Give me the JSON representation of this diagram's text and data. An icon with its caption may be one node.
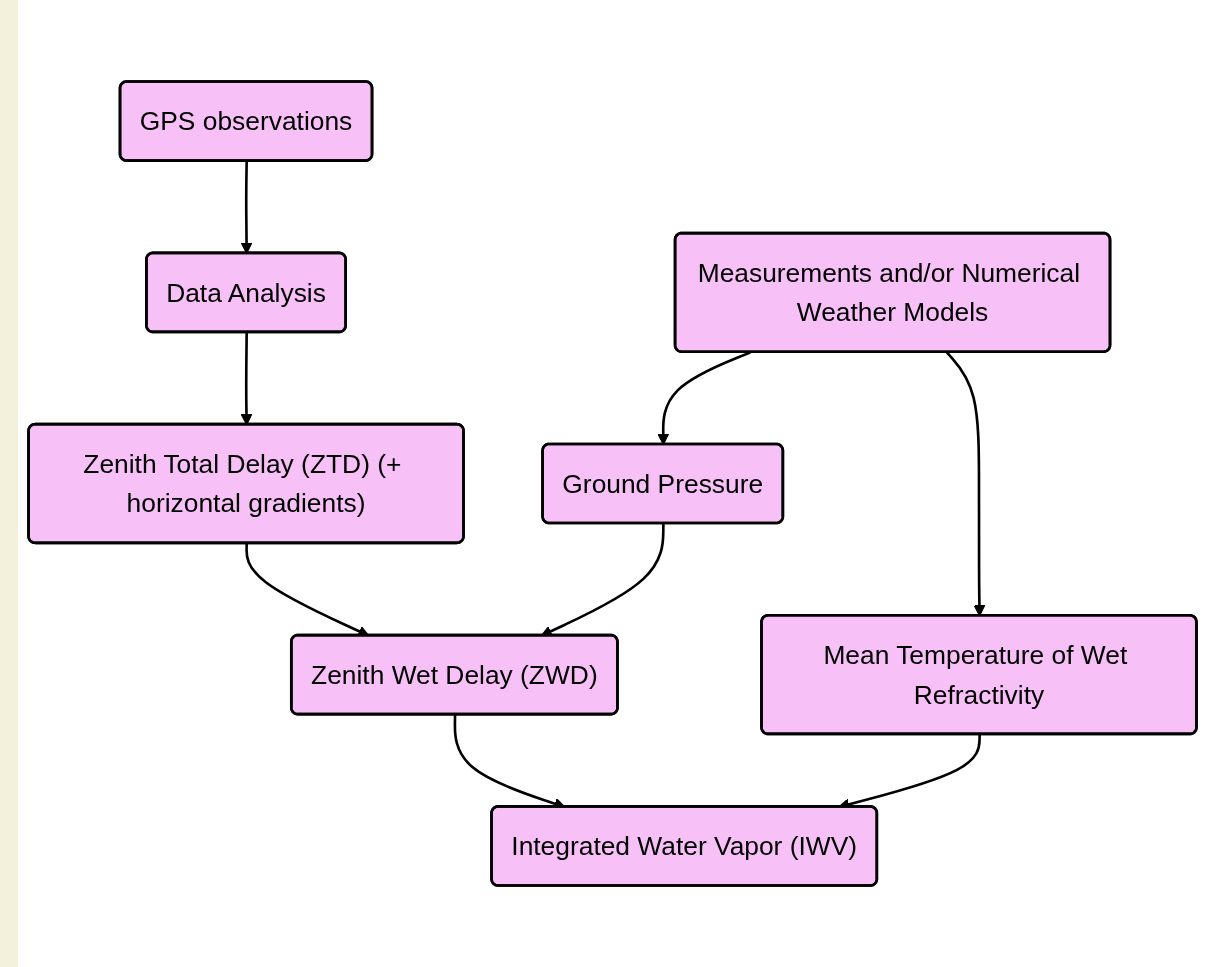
{
  "diagram": {
    "nodes": [
      {
        "text": [
          "GPS observations"
        ]
      },
      {
        "text": [
          "Data Analysis"
        ]
      },
      {
        "text": [
          "Measurements and/or Numerical Weather Models"
        ]
      },
      {
        "text": [
          "Zenith Total Delay (ZTD) (+ horizontal gradients)"
        ]
      },
      {
        "text": [
          "Ground Pressure"
        ]
      },
      {
        "text": [
          "Zenith Wet Delay (ZWD)"
        ]
      },
      {
        "text": [
          "Mean Temperature of Wet Refractivity"
        ]
      },
      {
        "text": [
          "Integrated Water Vapor (IWV)"
        ]
      }
    ],
    "edges": [
      {
        "from": 0,
        "to": 1,
        "arrow": "to"
      },
      {
        "from": 1,
        "to": 3,
        "arrow": "to"
      },
      {
        "from": 2,
        "to": 4,
        "arrow": "to"
      },
      {
        "from": 2,
        "to": 6,
        "arrow": "to"
      },
      {
        "from": 3,
        "to": 5,
        "arrow": "to"
      },
      {
        "from": 4,
        "to": 5,
        "arrow": "to"
      },
      {
        "from": 5,
        "to": 7,
        "arrow": "to"
      },
      {
        "from": 6,
        "to": 7,
        "arrow": "to"
      }
    ]
  }
}
